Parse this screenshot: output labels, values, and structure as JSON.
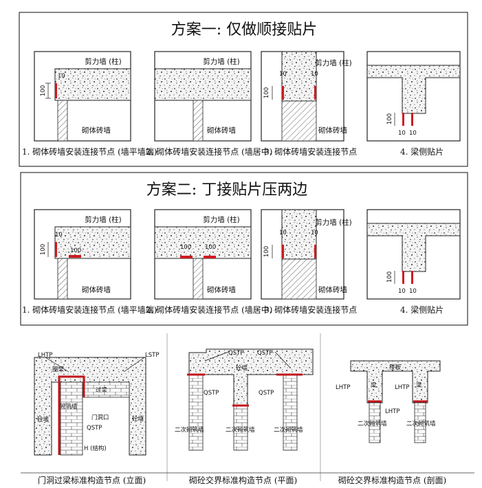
{
  "scheme1": {
    "title": "方案一: 仅做顺接贴片",
    "panels": [
      {
        "top_label": "剪力墙 (柱)",
        "dim_v": "100",
        "dim_h": "10",
        "bottom_label": "砌体砖墙",
        "caption": "1. 砌体砖墙安装连接节点 (墙平墙端)"
      },
      {
        "top_label": "剪力墙 (柱)",
        "bottom_label": "砌体砖墙",
        "caption": "2. 砌体砖墙安装连接节点 (墙居中)"
      },
      {
        "top_label": "剪力墙 (柱)",
        "dim_v": "100",
        "dim_h1": "10",
        "dim_h2": "10",
        "bottom_label": "砌体砖墙",
        "caption": "3. 砌体砖墙安装连接节点"
      },
      {
        "dim_v": "100",
        "dim_h1": "10",
        "dim_h2": "10",
        "caption": "4. 梁侧贴片"
      }
    ]
  },
  "scheme2": {
    "title": "方案二: 丁接贴片压两边",
    "panels": [
      {
        "top_label": "剪力墙 (柱)",
        "dim_v": "100",
        "dim_h": "10",
        "dim_box": "100",
        "bottom_label": "砌体砖墙",
        "caption": "1. 砌体砖墙安装连接节点 (墙平墙端)"
      },
      {
        "top_label": "剪力墙 (柱)",
        "dim_a": "100",
        "dim_b": "100",
        "bottom_label": "砌体砖墙",
        "caption": "2. 砌体砖墙安装连接节点 (墙居中)"
      },
      {
        "top_label": "剪力墙 (柱)",
        "dim_v": "100",
        "dim_h1": "10",
        "dim_h2": "10",
        "bottom_label": "砌体砖墙",
        "caption": "3. 砌体砖墙安装连接节点"
      },
      {
        "dim_v": "100",
        "dim_h1": "10",
        "dim_h2": "10",
        "caption": "4. 梁侧贴片"
      }
    ]
  },
  "bottom": {
    "left": {
      "lhtp": "LHTP",
      "lstp": "LSTP",
      "beam": "圈梁",
      "lintel": "过梁",
      "wall": "砌筑墙",
      "door": "门洞口",
      "qstp": "QSTP",
      "col_l": "砼墙",
      "col_r": "砼墙",
      "h_label": "H (结构)",
      "caption": "门洞过梁标准构造节点 (立面)"
    },
    "middle": {
      "qstp1": "QSTP",
      "qstp2": "QSTP",
      "beam": "砼墙",
      "qstp3": "QSTP",
      "qstp4": "QSTP",
      "w1": "二次砌筑墙",
      "w2": "二次砌筑墙",
      "w3": "二次砌筑墙",
      "caption": "砌砼交界标准构造节点 (平面)"
    },
    "right": {
      "slab": "楼板",
      "lhtp1": "LHTP",
      "lhtp2": "LHTP",
      "lhtp3": "LHTP",
      "beam1": "梁",
      "beam2": "梁",
      "w1": "二次砌筑墙",
      "w2": "二次砌筑墙",
      "caption": "砌砼交界标准构造节点 (剖面)"
    }
  }
}
